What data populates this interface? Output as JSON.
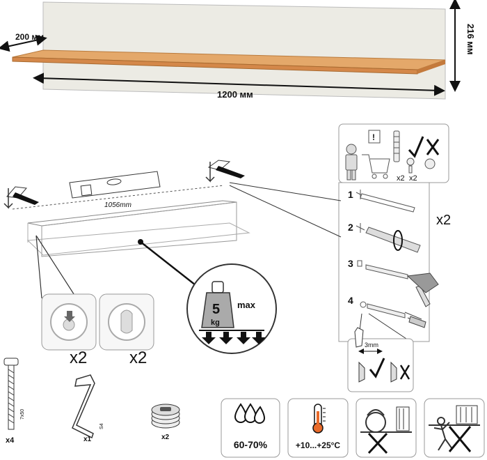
{
  "dimensions": {
    "depth": "200 мм",
    "height": "216 мм",
    "width": "1200 мм",
    "hole_spacing": "1056mm"
  },
  "load": {
    "weight": "5",
    "unit": "kg",
    "max_label": "max"
  },
  "multipliers": {
    "bracket_left": "x2",
    "bracket_right": "x2",
    "tools_screws": "x2",
    "tools_plugs": "x2",
    "steps": "x2"
  },
  "steps": [
    "1",
    "2",
    "3",
    "4"
  ],
  "gap": "3mm",
  "hardware": {
    "screw_qty": "x4",
    "screw_size": "7x50",
    "key_qty": "x1",
    "key_size": "S4",
    "cam_qty": "x2"
  },
  "conditions": {
    "humidity": "60-70%",
    "temperature": "+10...+25°C"
  }
}
